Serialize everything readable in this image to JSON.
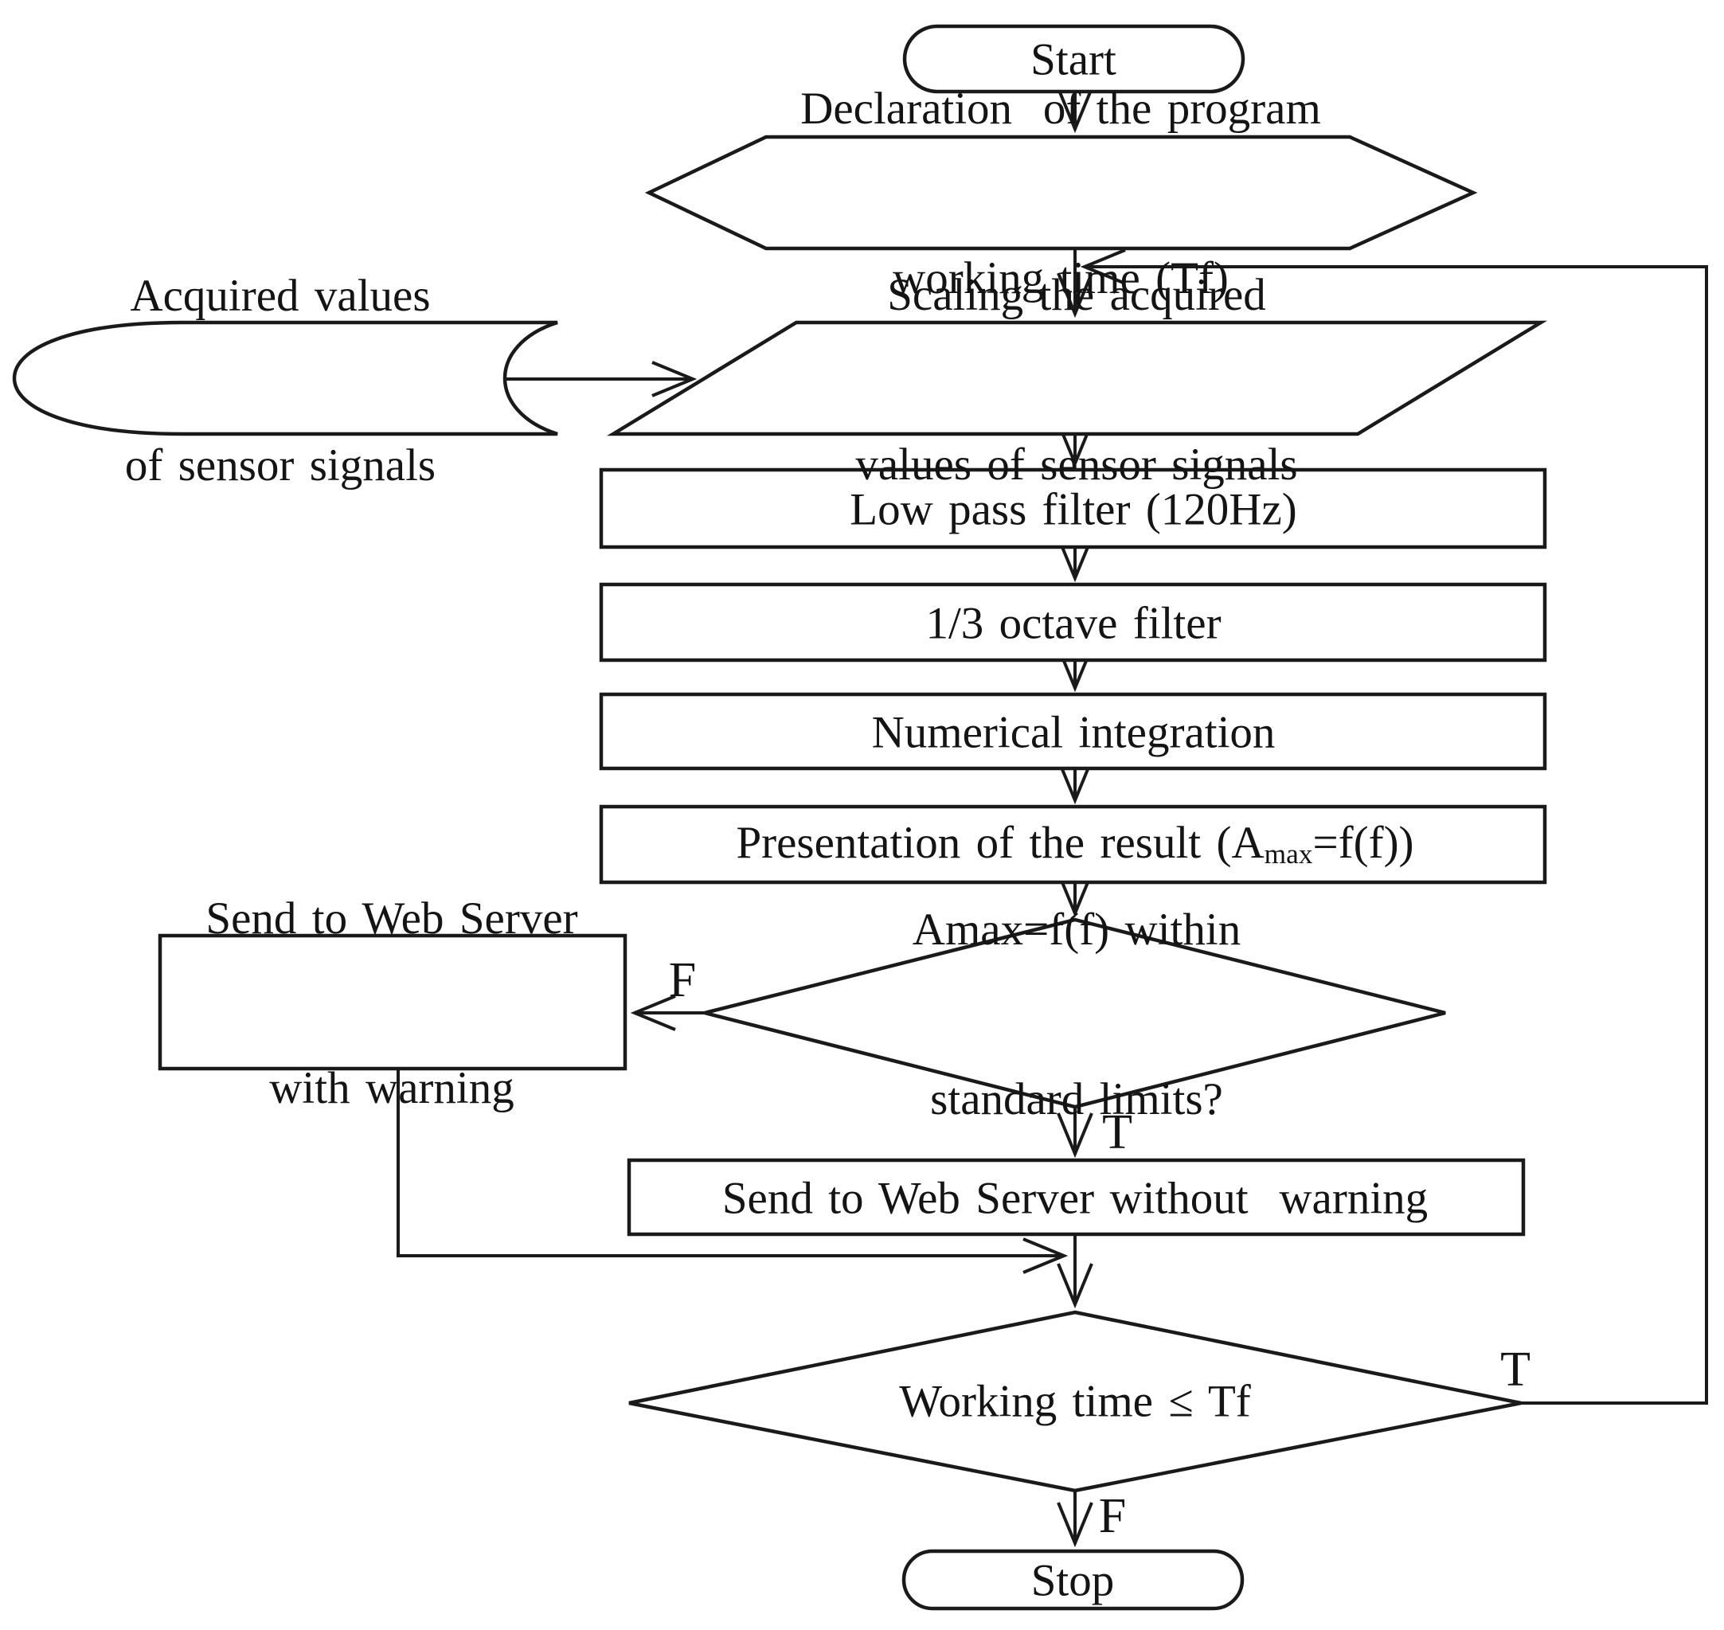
{
  "canvas": {
    "width": "2165",
    "height": "2047"
  },
  "colors": {
    "stroke": "#1a1a1a",
    "text": "#141414",
    "background": "#ffffff"
  },
  "nodes": {
    "start": {
      "type": "terminator",
      "label": "Start"
    },
    "declaration": {
      "type": "preparation",
      "line1": "Declaration  of the program",
      "line2": "working time (Tf)"
    },
    "acquired": {
      "type": "stored-data",
      "line1": "Acquired values",
      "line2": "of sensor signals"
    },
    "scaling": {
      "type": "input-output",
      "line1": "Scaling the acquired",
      "line2": "values of sensor signals"
    },
    "low_pass": {
      "type": "process",
      "label": "Low pass filter (120Hz)"
    },
    "octave": {
      "type": "process",
      "label": "1/3 octave filter"
    },
    "integration": {
      "type": "process",
      "label": "Numerical integration"
    },
    "presentation": {
      "type": "process",
      "prefix": "Presentation of the result (A",
      "subscript": "max",
      "suffix": "=f(f))"
    },
    "limits_decision": {
      "type": "decision",
      "line1": "Amax=f(f) within",
      "line2": "standard limits?"
    },
    "send_with_warning": {
      "type": "process",
      "line1": "Send to Web Server",
      "line2": "with warning"
    },
    "send_without_warning": {
      "type": "process",
      "label": "Send to Web Server without  warning"
    },
    "time_decision": {
      "type": "decision",
      "label": "Working time ≤ Tf"
    },
    "stop": {
      "type": "terminator",
      "label": "Stop"
    }
  },
  "edge_labels": {
    "limits_false": "F",
    "limits_true": "T",
    "time_true": "T",
    "time_false": "F"
  }
}
